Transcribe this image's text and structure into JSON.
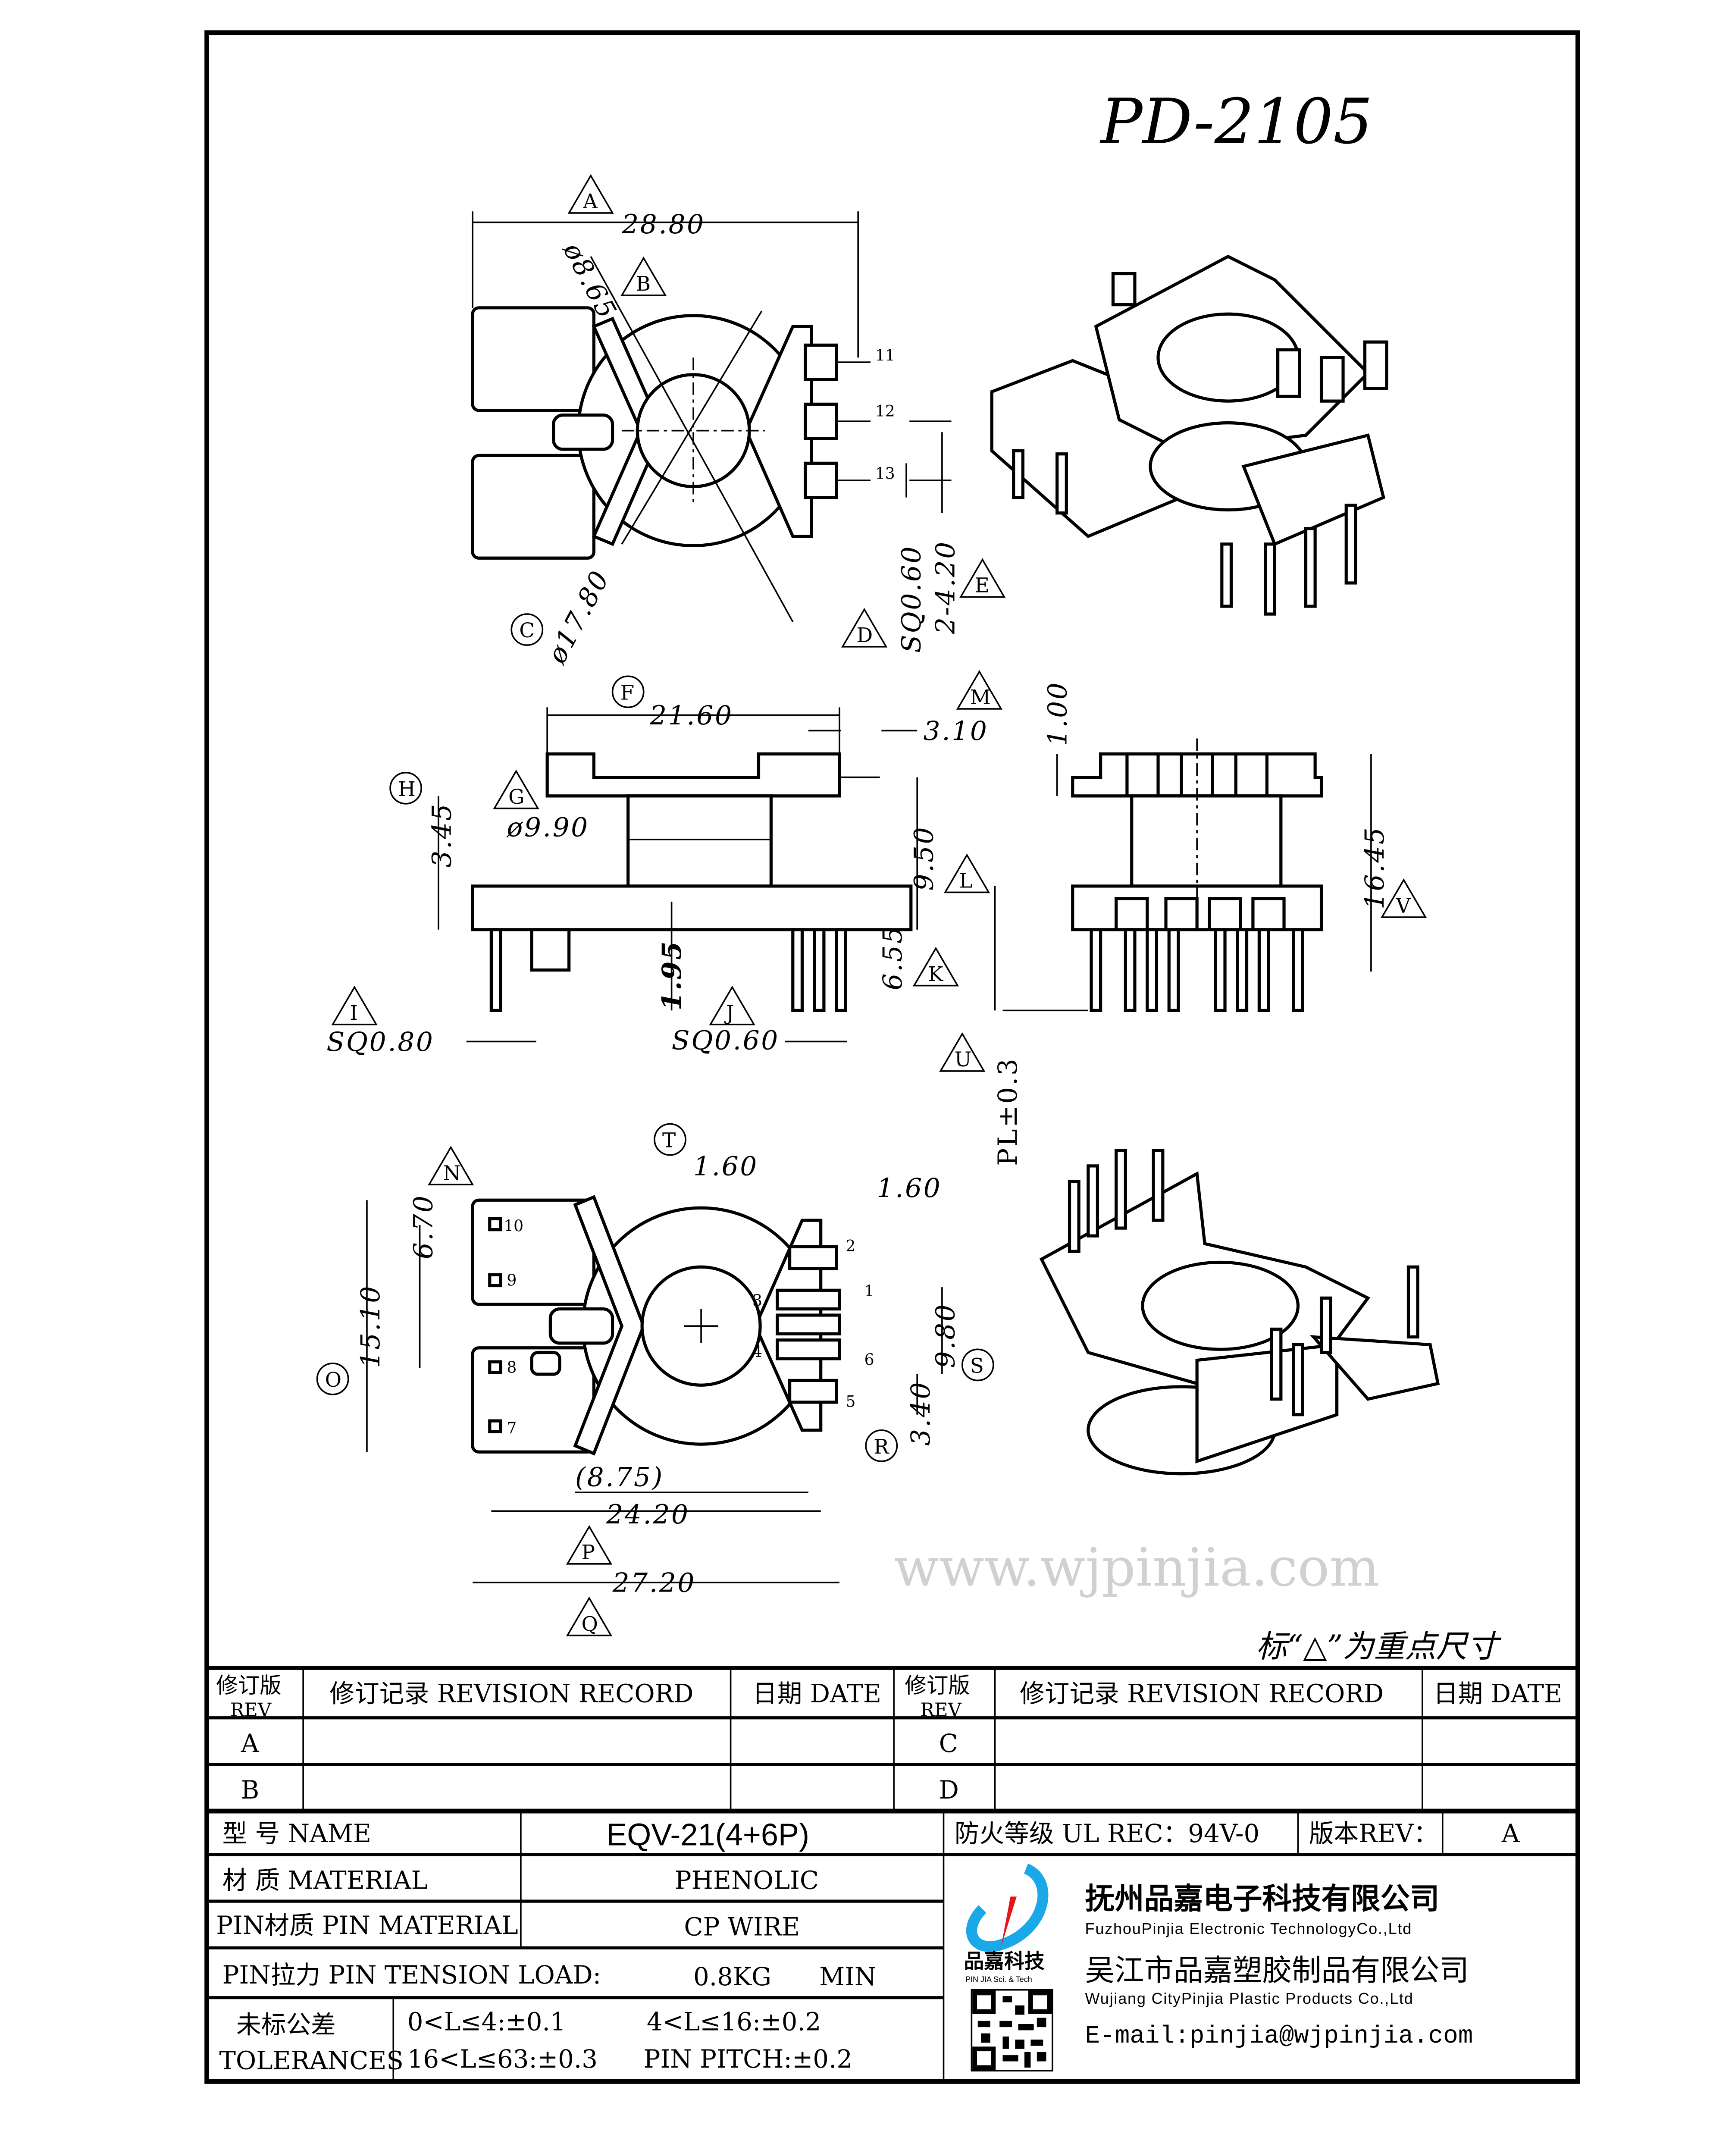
{
  "drawing": {
    "number": "PD-2105",
    "watermark": "www.wjpinjia.com",
    "key_note": "标“△”为重点尺寸",
    "dimensions": {
      "d28_80": "28.80",
      "d8_65": "ø8.65",
      "d17_80": "ø17.80",
      "sq0_60a": "SQ0.60",
      "d2_4_20": "2-4.20",
      "d21_60": "21.60",
      "d3_10": "3.10",
      "d9_90": "ø9.90",
      "d3_45": "3.45",
      "d9_50": "9.50",
      "d6_55": "6.55",
      "d1_95": "1.95",
      "sq0_80": "SQ0.80",
      "sq0_60b": "SQ0.60",
      "d1_00": "1.00",
      "d16_45": "16.45",
      "pl": "PL±0.3",
      "d1_60a": "1.60",
      "d1_60b": "1.60",
      "d6_70": "6.70",
      "d15_10": "15.10",
      "d9_80": "9.80",
      "d3_40": "3.40",
      "d8_75": "(8.75)",
      "d24_20": "24.20",
      "d27_20": "27.20"
    },
    "pins_top": [
      "11",
      "12",
      "13"
    ],
    "pins_bottom": [
      "1",
      "2",
      "3",
      "4",
      "5",
      "6",
      "7",
      "8",
      "9",
      "10"
    ],
    "markers": [
      "A",
      "B",
      "C",
      "D",
      "E",
      "F",
      "G",
      "H",
      "I",
      "J",
      "K",
      "L",
      "M",
      "N",
      "O",
      "P",
      "Q",
      "R",
      "S",
      "T",
      "U",
      "V"
    ]
  },
  "table": {
    "rev_header": "修订版",
    "rev_header_en": "REV",
    "record_header": "修订记录 REVISION RECORD",
    "date_header": "日期 DATE",
    "revs_left": [
      "A",
      "B"
    ],
    "revs_right": [
      "C",
      "D"
    ],
    "name_label": "型 号 NAME",
    "name_value": "EQV-21(4+6P)",
    "fire_label": "防火等级 UL REC：94V-0",
    "version_label": "版本REV：",
    "version_value": "A",
    "material_label": "材 质 MATERIAL",
    "material_value": "PHENOLIC",
    "pin_material_label": "PIN材质 PIN MATERIAL",
    "pin_material_value": "CP WIRE",
    "tension_label": "PIN拉力 PIN TENSION LOAD:",
    "tension_value": "0.8KG",
    "tension_unit": "MIN",
    "tol_label_cn": "未标公差",
    "tol_label_en": "TOLERANCES",
    "tol_1": "0<L≤4:±0.1",
    "tol_2": "4<L≤16:±0.2",
    "tol_3": "16<L≤63:±0.3",
    "tol_4": "PIN PITCH:±0.2"
  },
  "company": {
    "logo_text": "品嘉科技",
    "logo_sub": "PIN JIA Sci. & Tech",
    "name1_cn": "抚州品嘉电子科技有限公司",
    "name1_en": "FuzhouPinjia Electronic TechnologyCo.,Ltd",
    "name2_cn": "吴江市品嘉塑胶制品有限公司",
    "name2_en": "Wujiang CityPinjia  Plastic Products Co.,Ltd",
    "email": "E-mail:pinjia@wjpinjia.com",
    "colors": {
      "logo_blue": "#1aa8e8",
      "logo_red": "#e8141c"
    }
  }
}
